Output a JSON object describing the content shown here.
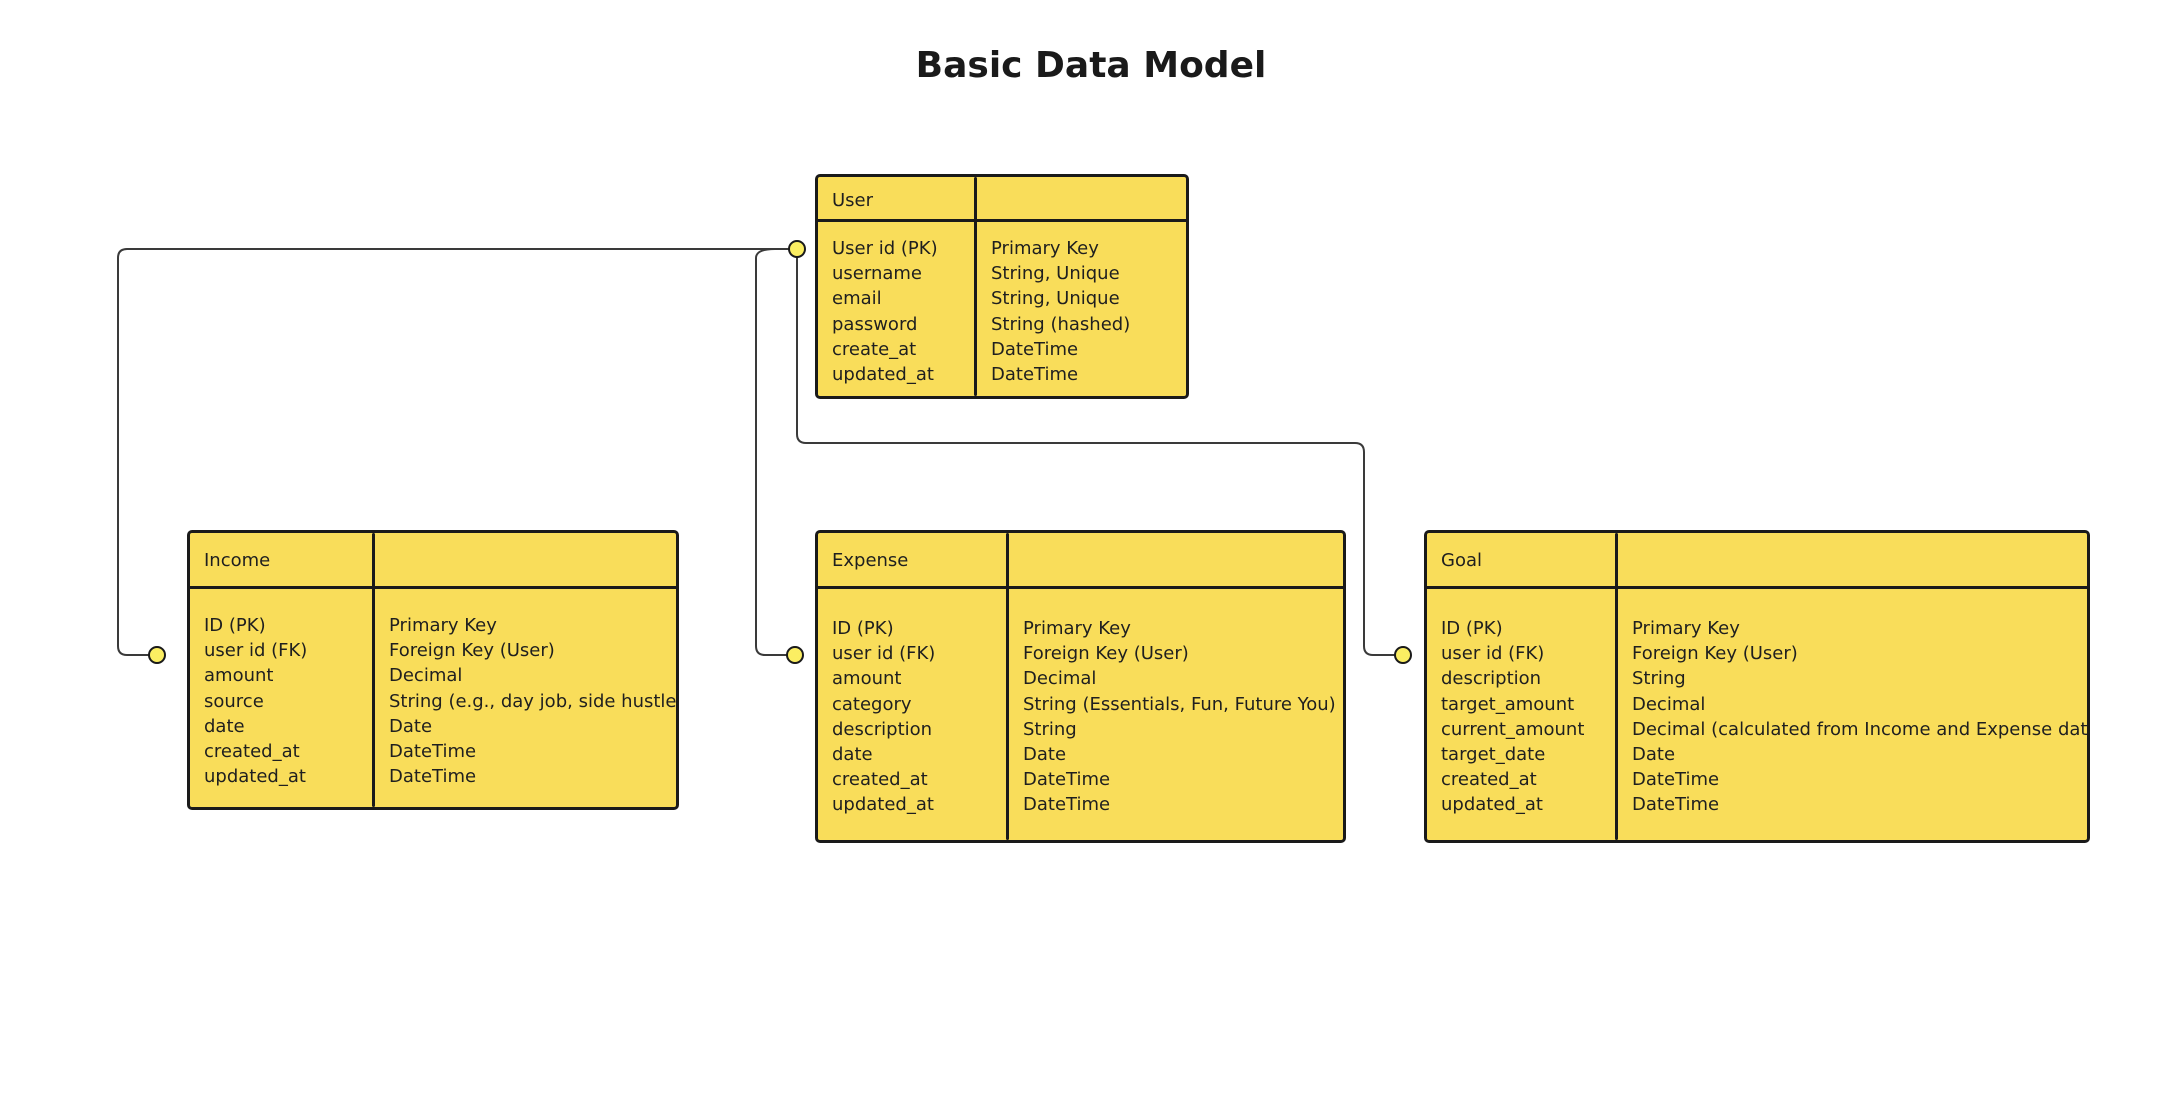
{
  "title": "Basic Data Model",
  "entities": {
    "user": {
      "name": "User",
      "fields": [
        "User id (PK)",
        "username",
        "email",
        "password",
        "create_at",
        "updated_at"
      ],
      "types": [
        "Primary Key",
        "String, Unique",
        "String, Unique",
        "String (hashed)",
        "DateTime",
        "DateTime"
      ]
    },
    "income": {
      "name": "Income",
      "fields": [
        "ID (PK)",
        "user id (FK)",
        "amount",
        "source",
        "date",
        "created_at",
        "updated_at"
      ],
      "types": [
        "Primary Key",
        "Foreign Key (User)",
        "Decimal",
        "String (e.g., day job, side hustle)",
        "Date",
        "DateTime",
        "DateTime"
      ]
    },
    "expense": {
      "name": "Expense",
      "fields": [
        "ID (PK)",
        "user id (FK)",
        "amount",
        "category",
        "description",
        "date",
        "created_at",
        "updated_at"
      ],
      "types": [
        "Primary Key",
        "Foreign Key (User)",
        "Decimal",
        "String (Essentials, Fun, Future You)",
        "String",
        "Date",
        "DateTime",
        "DateTime"
      ]
    },
    "goal": {
      "name": "Goal",
      "fields": [
        "ID (PK)",
        "user id (FK)",
        "description",
        "target_amount",
        "current_amount",
        "target_date",
        "created_at",
        "updated_at"
      ],
      "types": [
        "Primary Key",
        "Foreign Key (User)",
        "String",
        "Decimal",
        "Decimal (calculated from Income and Expense data)",
        "Date",
        "DateTime",
        "DateTime"
      ]
    }
  },
  "colors": {
    "entity_fill": "#f9dd5a",
    "border": "#1a1a1a",
    "connector": "#3a3a3a",
    "endpoint_fill": "#fbee62"
  }
}
